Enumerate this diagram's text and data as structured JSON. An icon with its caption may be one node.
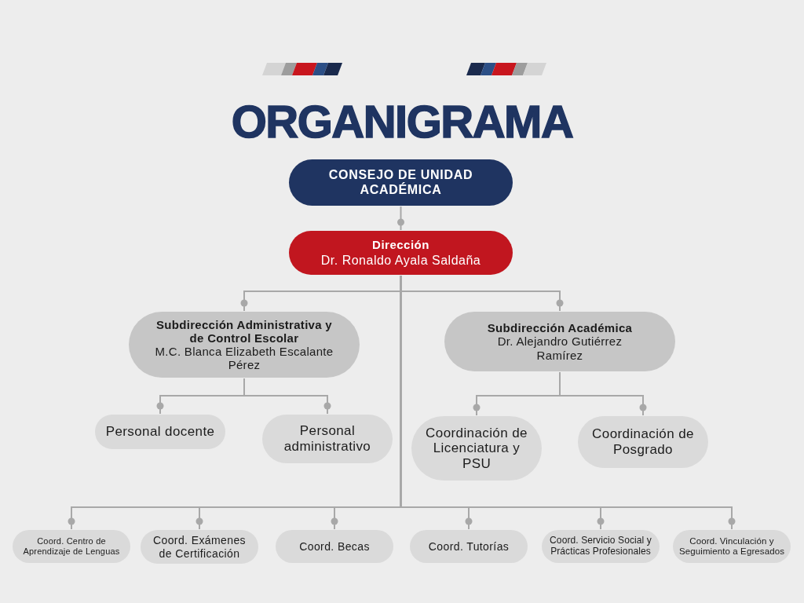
{
  "diagram": {
    "title": "ORGANIGRAMA",
    "nodes": [
      {
        "text": [
          "CONSEJO DE UNIDAD ACADÉMICA"
        ]
      },
      {
        "text": [
          "Dirección",
          "Dr. Ronaldo Ayala Saldaña"
        ]
      },
      {
        "text": [
          "Subdirección Administrativa y de Control Escolar",
          "M.C. Blanca Elizabeth Escalante Pérez"
        ]
      },
      {
        "text": [
          "Subdirección Académica",
          "Dr. Alejandro Gutiérrez Ramírez"
        ]
      },
      {
        "text": [
          "Personal docente"
        ]
      },
      {
        "text": [
          "Personal administrativo"
        ]
      },
      {
        "text": [
          "Coordinación de Licenciatura y PSU"
        ]
      },
      {
        "text": [
          "Coordinación de Posgrado"
        ]
      },
      {
        "text": [
          "Coord. Centro de Aprendizaje de Lenguas"
        ]
      },
      {
        "text": [
          "Coord. Exámenes de Certificación"
        ]
      },
      {
        "text": [
          "Coord. Becas"
        ]
      },
      {
        "text": [
          "Coord. Tutorías"
        ]
      },
      {
        "text": [
          "Coord. Servicio Social y Prácticas Profesionales"
        ]
      },
      {
        "text": [
          "Coord. Vinculación y Seguimiento a Egresados"
        ]
      }
    ],
    "edges": [
      {
        "from": 0,
        "to": 1,
        "arrow": "other"
      },
      {
        "from": 1,
        "to": 2,
        "arrow": "other"
      },
      {
        "from": 1,
        "to": 3,
        "arrow": "other"
      },
      {
        "from": 2,
        "to": 4,
        "arrow": "other"
      },
      {
        "from": 2,
        "to": 5,
        "arrow": "other"
      },
      {
        "from": 3,
        "to": 6,
        "arrow": "other"
      },
      {
        "from": 3,
        "to": 7,
        "arrow": "other"
      },
      {
        "from": 1,
        "to": 8,
        "arrow": "other"
      },
      {
        "from": 1,
        "to": 9,
        "arrow": "other"
      },
      {
        "from": 1,
        "to": 10,
        "arrow": "other"
      },
      {
        "from": 1,
        "to": 11,
        "arrow": "other"
      },
      {
        "from": 1,
        "to": 12,
        "arrow": "other"
      },
      {
        "from": 1,
        "to": 13,
        "arrow": "other"
      }
    ]
  }
}
